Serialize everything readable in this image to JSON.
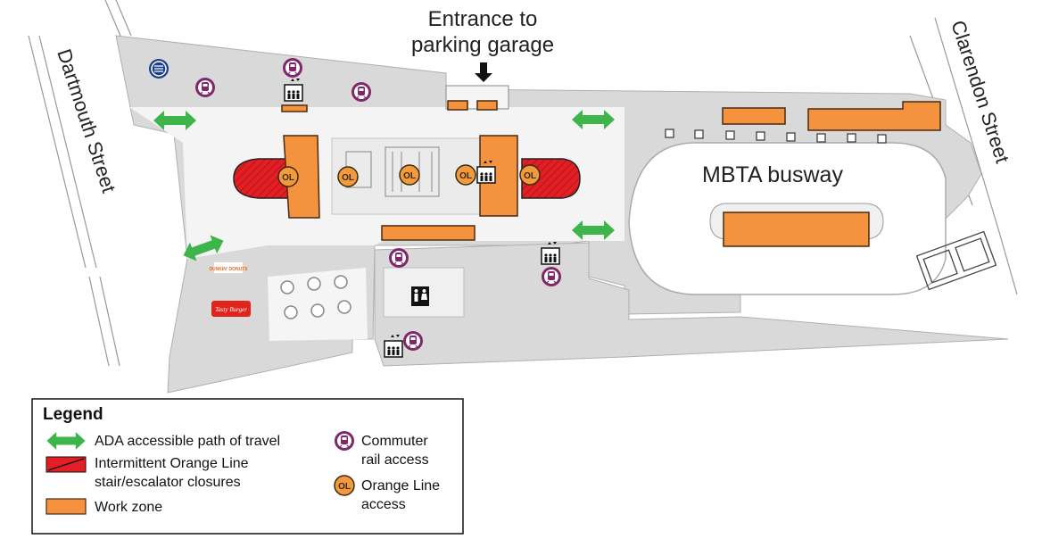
{
  "map": {
    "entrance_label_line1": "Entrance to",
    "entrance_label_line2": "parking garage",
    "busway_label": "MBTA busway",
    "streets": {
      "left": "Dartmouth Street",
      "right": "Clarendon Street"
    },
    "ol_marker_text": "OL",
    "store_logos": {
      "dunkin": "DUNKIN' DONUTS",
      "tasty": "Tasty Burger"
    }
  },
  "legend": {
    "title": "Legend",
    "items": [
      {
        "key": "ada",
        "label_line1": "ADA accessible path of travel",
        "label_line2": ""
      },
      {
        "key": "closure",
        "label_line1": "Intermittent Orange Line",
        "label_line2": "stair/escalator closures"
      },
      {
        "key": "work",
        "label_line1": "Work zone",
        "label_line2": ""
      },
      {
        "key": "commuter",
        "label_line1": "Commuter",
        "label_line2": "rail access"
      },
      {
        "key": "orange",
        "label_line1": "Orange Line",
        "label_line2": "access"
      }
    ]
  },
  "colors": {
    "ada_green": "#3db54a",
    "work_orange": "#f5923e",
    "closure_red": "#e31e24",
    "commuter_purple": "#80276c",
    "ol_orange": "#f39a3c",
    "floor_gray": "#d7d7d7"
  }
}
